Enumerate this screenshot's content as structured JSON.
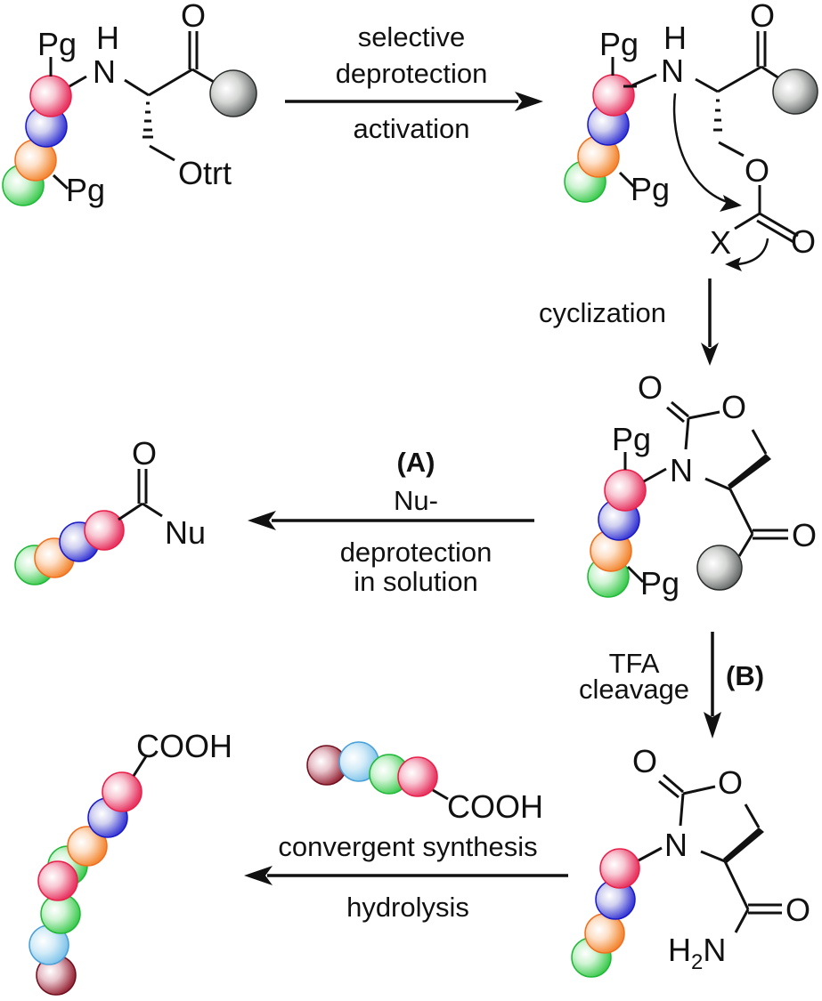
{
  "figure": {
    "type": "reaction-scheme",
    "subject": "Solid-phase peptide synthesis via oxazolidinone cyclization"
  },
  "colors": {
    "bead_red": "#e8204a",
    "bead_blue": "#2a2ad0",
    "bead_orange": "#f07a22",
    "bead_green": "#28c040",
    "bead_lightblue": "#5aaee0",
    "bead_maroon": "#8a1c2c",
    "resin_gray": "#6f7472"
  },
  "atoms": {
    "pg": "Pg",
    "h": "H",
    "n": "N",
    "o": "O",
    "otrt": "Otrt",
    "x": "X",
    "nu": "Nu",
    "cooh": "COOH",
    "h2n_h": "H",
    "h2n_sub": "2",
    "h2n_n": "N"
  },
  "steps": {
    "step1": {
      "line1": "selective",
      "line2": "deprotection",
      "line3": "activation"
    },
    "step2": {
      "label": "cyclization"
    },
    "stepA": {
      "tag": "(A)",
      "line1": "Nu-",
      "line2": "deprotection",
      "line3": "in solution"
    },
    "stepB": {
      "tag": "(B)",
      "line1": "TFA",
      "line2": "cleavage"
    },
    "step4": {
      "line1": "convergent synthesis",
      "line2": "hydrolysis"
    }
  }
}
